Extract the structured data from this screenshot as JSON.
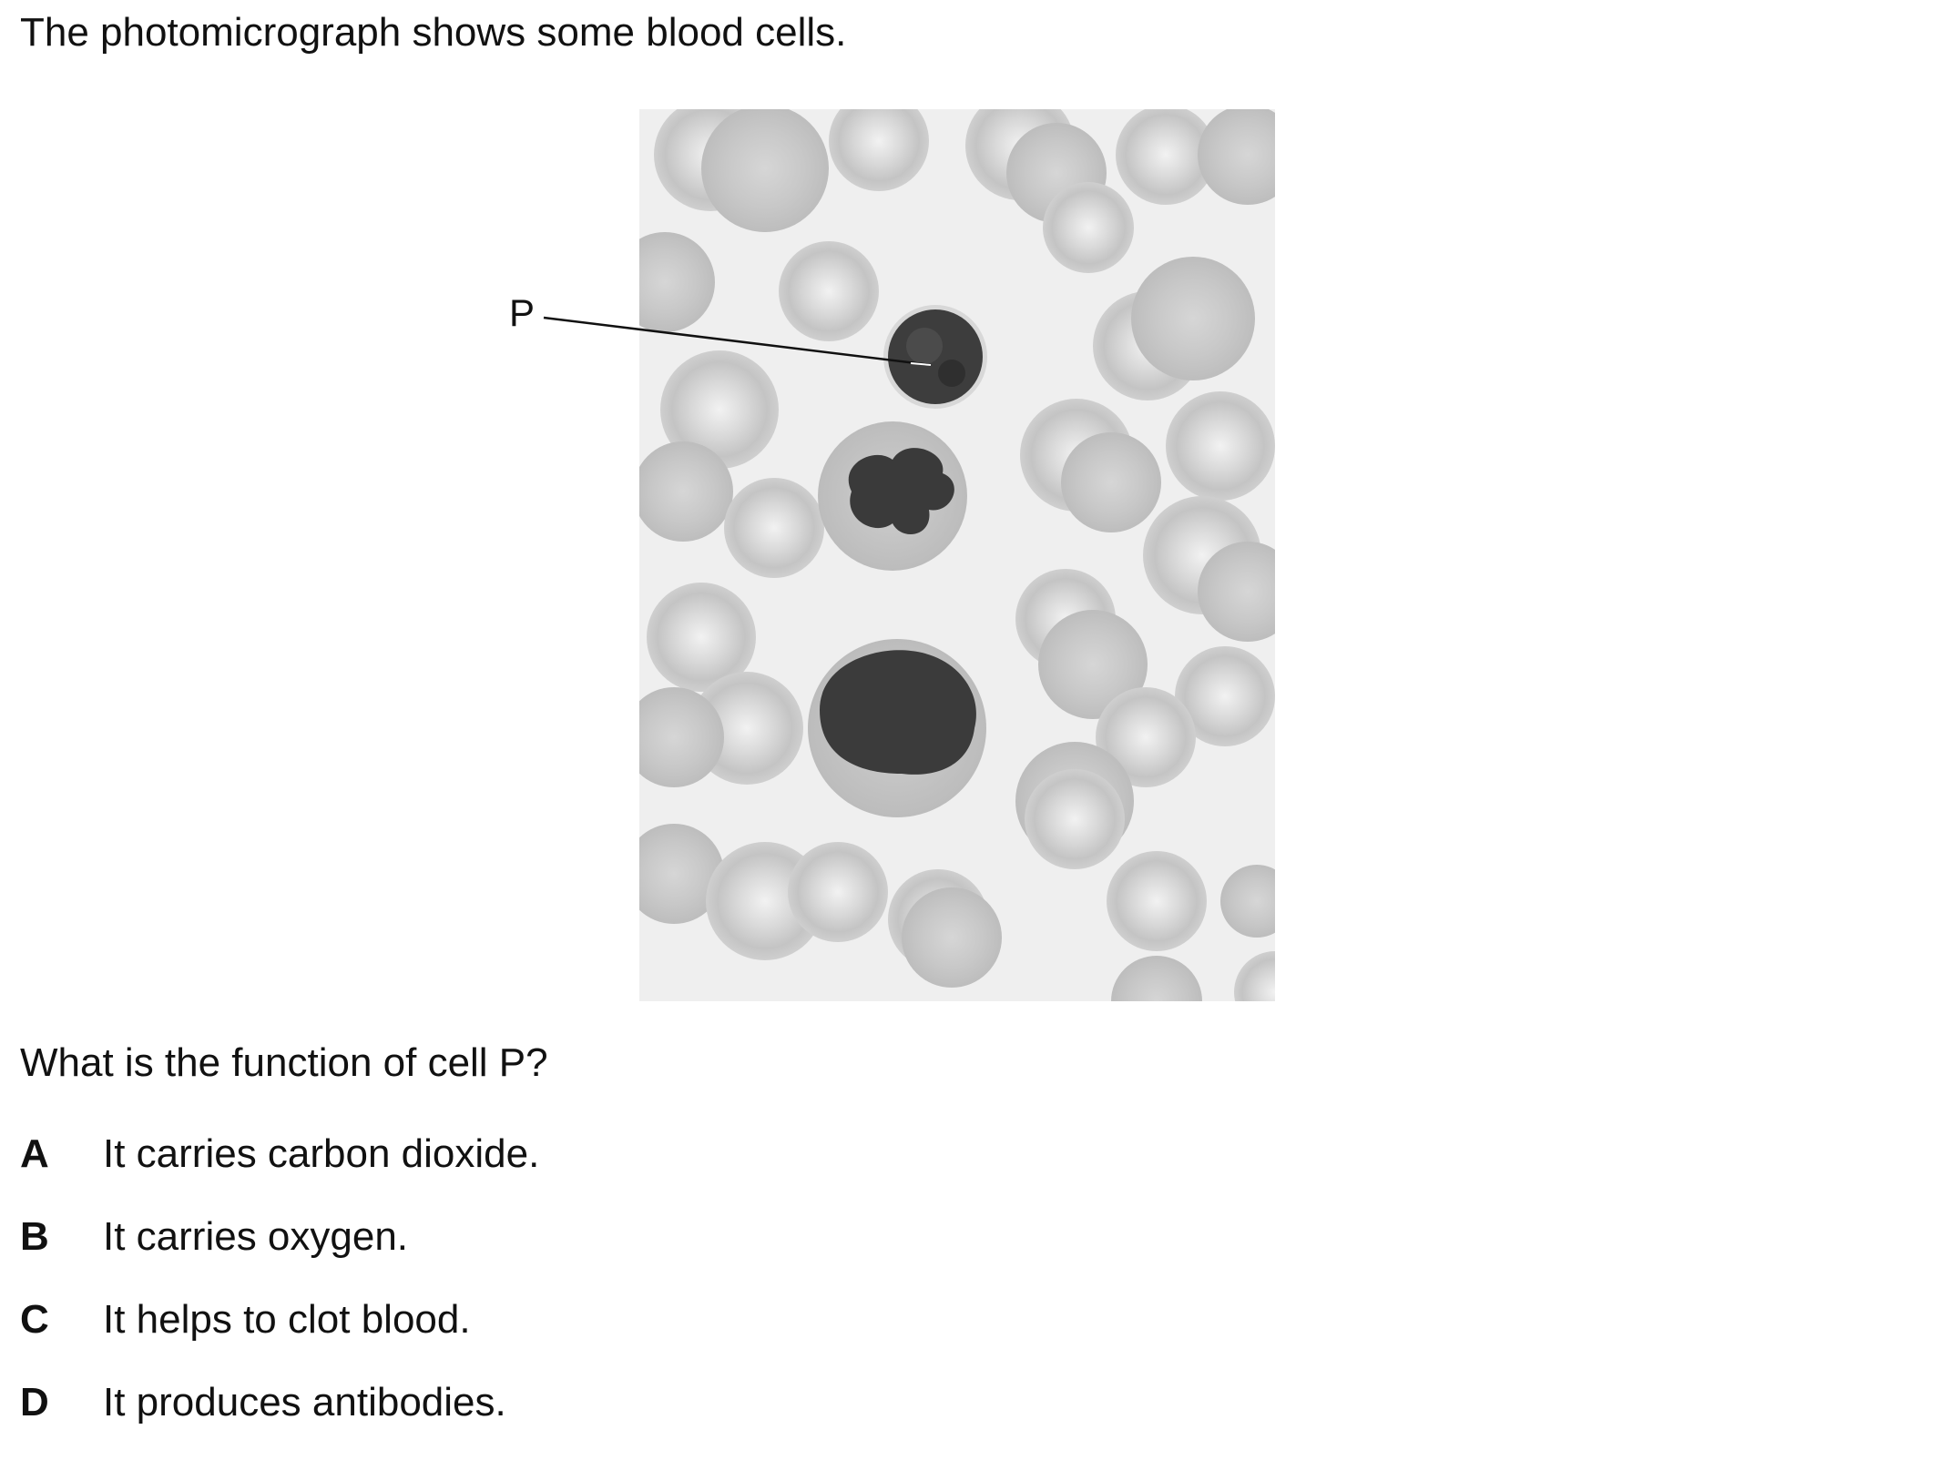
{
  "intro": "The photomicrograph shows some blood cells.",
  "figure": {
    "label": "P"
  },
  "question": "What is the function of cell P?",
  "options": [
    {
      "letter": "A",
      "text": "It carries carbon dioxide."
    },
    {
      "letter": "B",
      "text": "It carries oxygen."
    },
    {
      "letter": "C",
      "text": "It helps to clot blood."
    },
    {
      "letter": "D",
      "text": "It produces antibodies."
    }
  ]
}
